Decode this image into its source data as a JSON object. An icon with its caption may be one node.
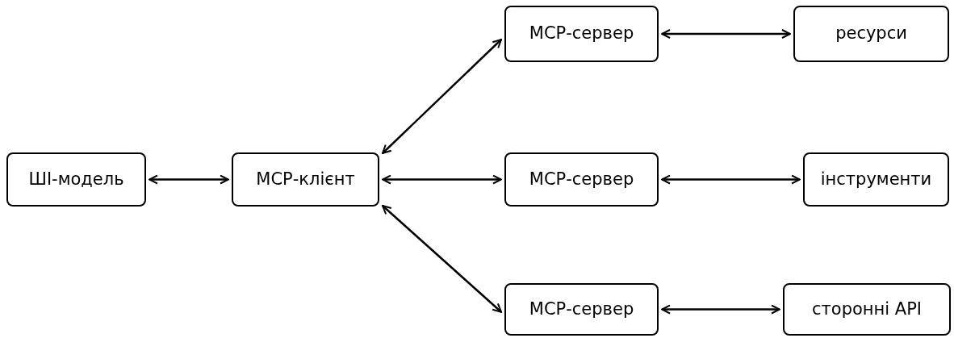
{
  "diagram": {
    "nodes": [
      {
        "text": [
          "ШІ-модель"
        ]
      },
      {
        "text": [
          "МСР-клієнт"
        ]
      },
      {
        "text": [
          "МСР-сервер"
        ]
      },
      {
        "text": [
          "ресурси"
        ]
      },
      {
        "text": [
          "МСР-сервер"
        ]
      },
      {
        "text": [
          "інструменти"
        ]
      },
      {
        "text": [
          "МСР-сервер"
        ]
      },
      {
        "text": [
          "сторонні API"
        ]
      }
    ],
    "edges": [
      {
        "from": 0,
        "to": 1,
        "arrow": "both"
      },
      {
        "from": 1,
        "to": 2,
        "arrow": "both"
      },
      {
        "from": 1,
        "to": 4,
        "arrow": "both"
      },
      {
        "from": 1,
        "to": 6,
        "arrow": "both"
      },
      {
        "from": 2,
        "to": 3,
        "arrow": "both"
      },
      {
        "from": 4,
        "to": 5,
        "arrow": "both"
      },
      {
        "from": 6,
        "to": 7,
        "arrow": "both"
      }
    ]
  }
}
